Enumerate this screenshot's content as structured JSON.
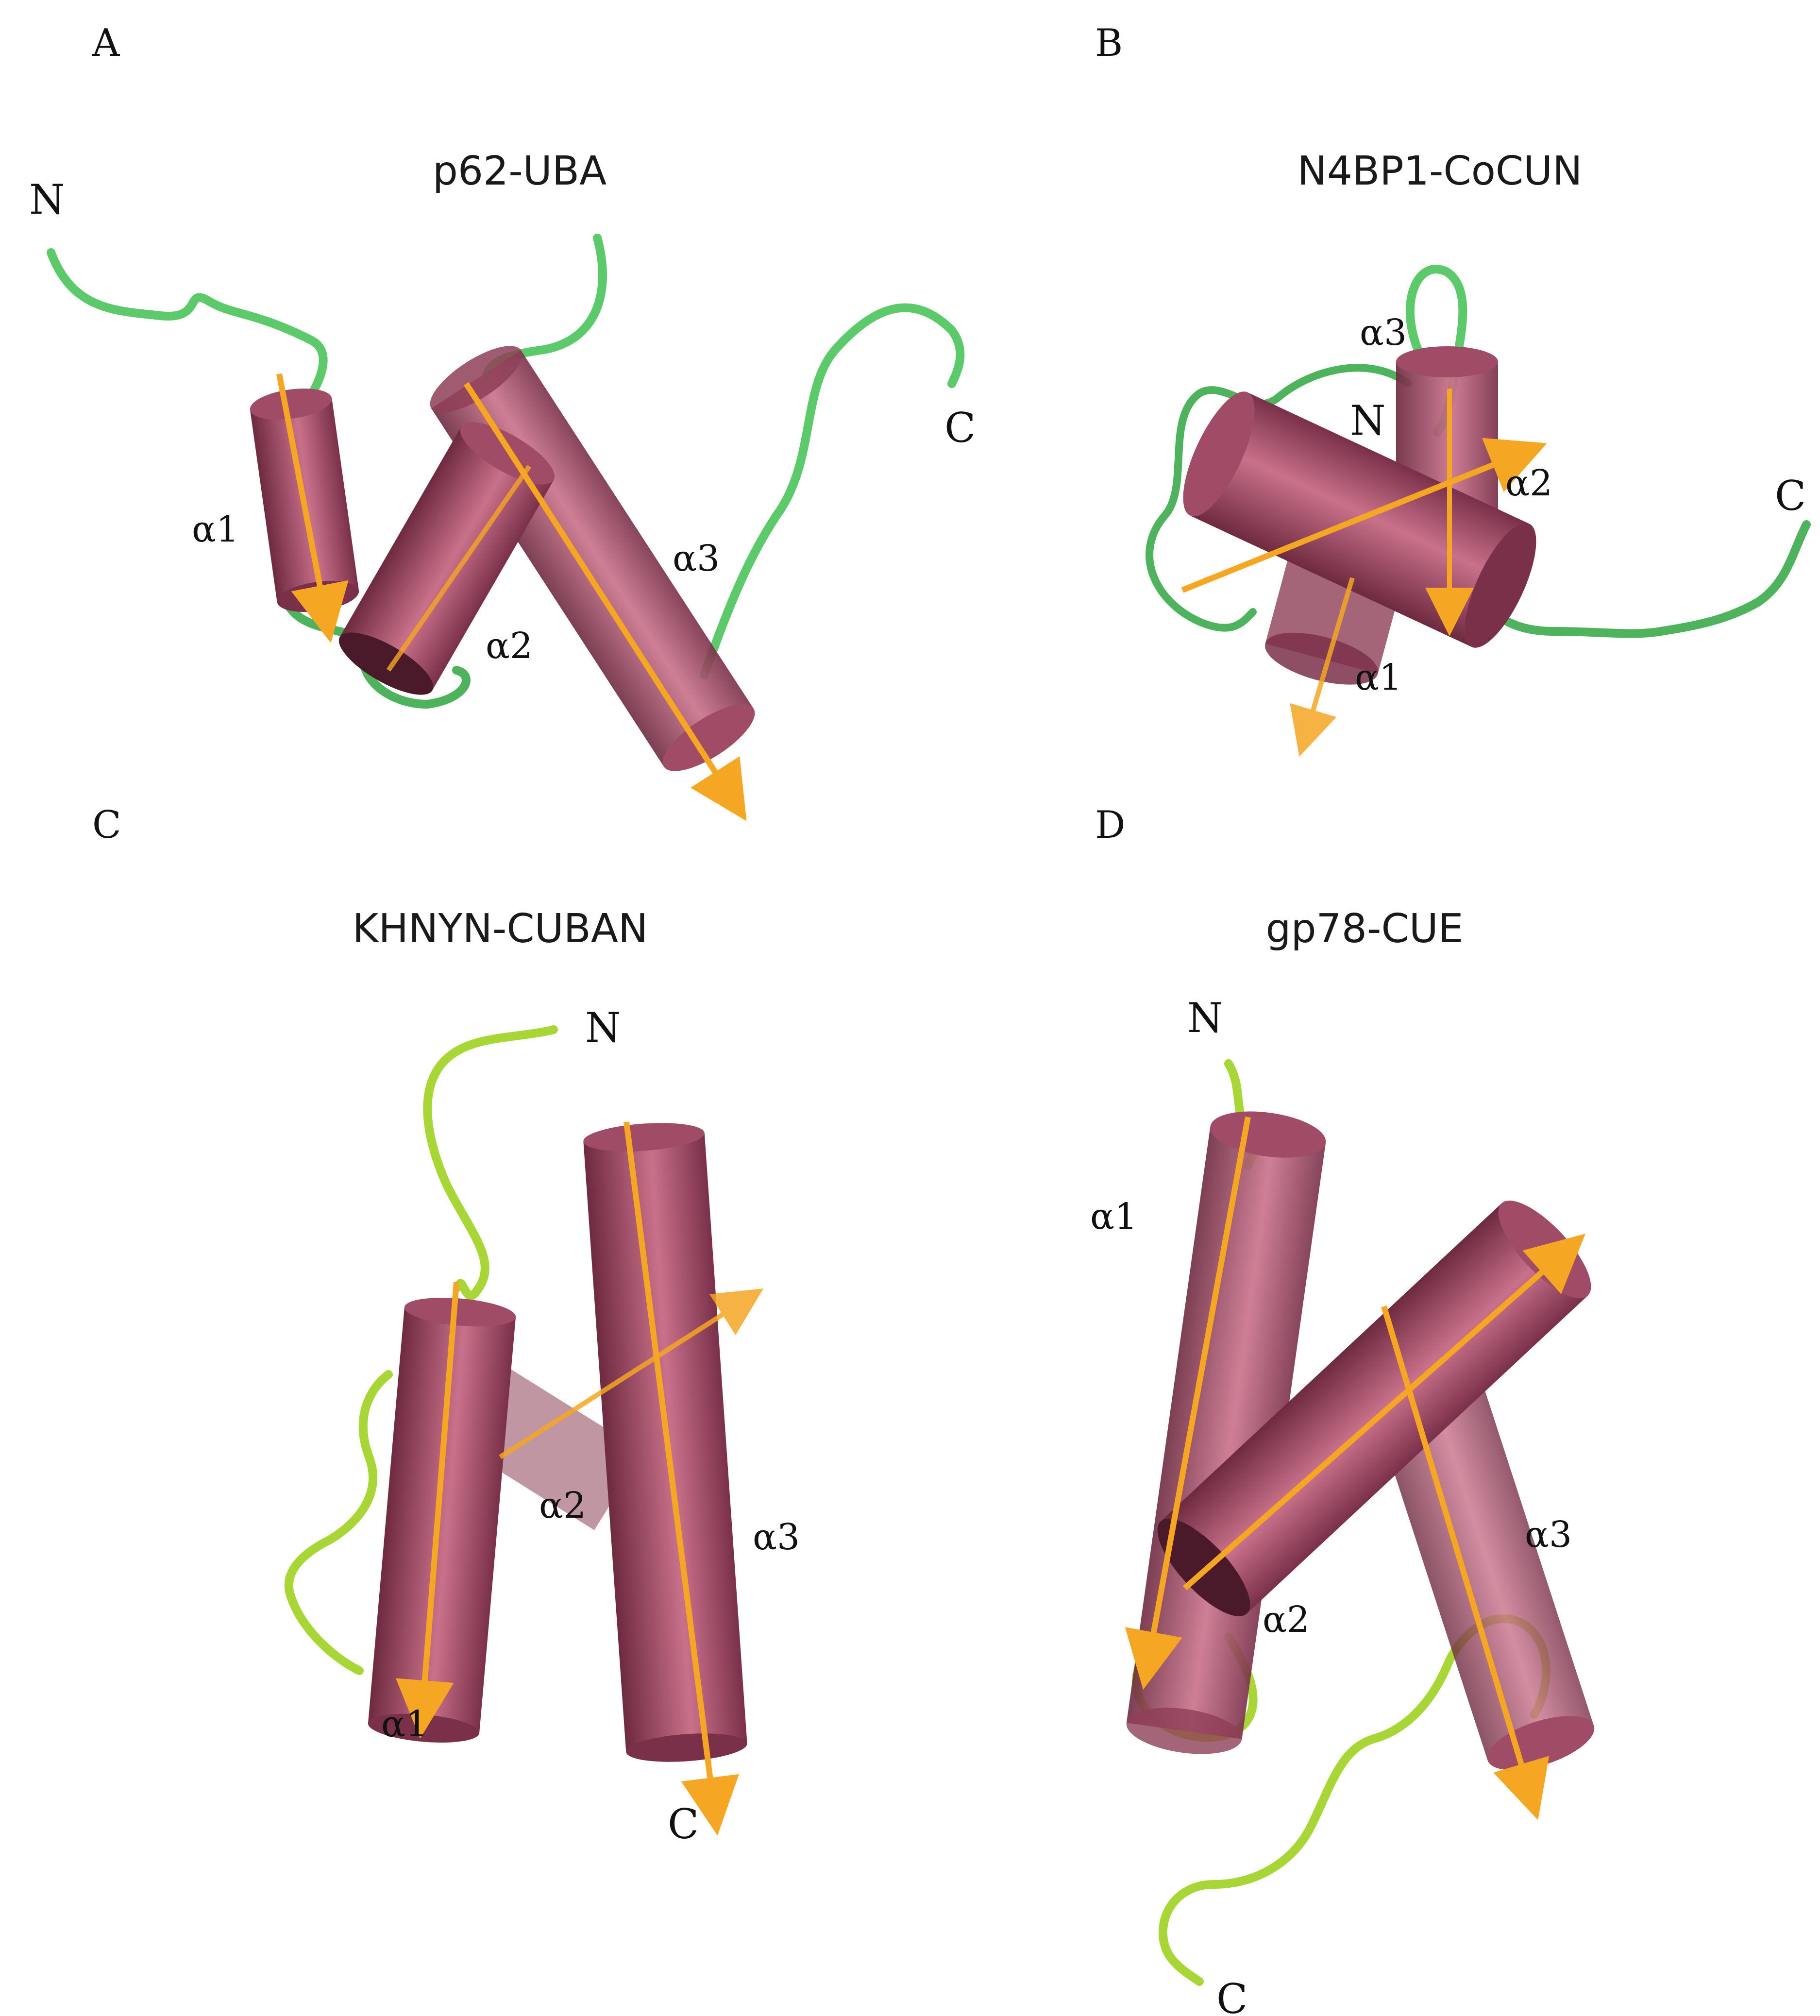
{
  "panels": {
    "A": {
      "letter": "A",
      "title": "p62-UBA",
      "n_label": "N",
      "c_label": "C",
      "helices": [
        "α1",
        "α2",
        "α3"
      ]
    },
    "B": {
      "letter": "B",
      "title": "N4BP1-CoCUN",
      "n_label": "N",
      "c_label": "C",
      "helices": [
        "α1",
        "α2",
        "α3"
      ]
    },
    "C": {
      "letter": "C",
      "title": "KHNYN-CUBAN",
      "n_label": "N",
      "c_label": "C",
      "helices": [
        "α1",
        "α2",
        "α3"
      ]
    },
    "D": {
      "letter": "D",
      "title": "gp78-CUE",
      "n_label": "N",
      "c_label": "C",
      "helices": [
        "α1",
        "α2",
        "α3"
      ]
    }
  },
  "colors": {
    "helix": "#8e3f57",
    "helix_highlight": "#d98aa0",
    "axis_arrow": "#f5a623",
    "loop_green": "#5cc96a",
    "loop_lime": "#a8d636"
  }
}
